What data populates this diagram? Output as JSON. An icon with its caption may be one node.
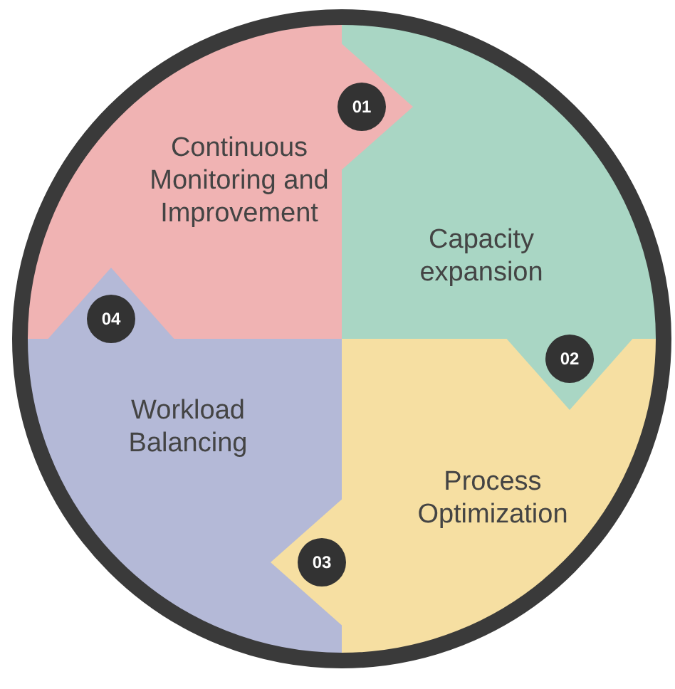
{
  "diagram": {
    "nodes": [
      {
        "text": [
          "Continuous Monitoring and Improvement"
        ]
      },
      {
        "text": [
          "Capacity expansion"
        ]
      },
      {
        "text": [
          "Process Optimization"
        ]
      },
      {
        "text": [
          "Workload Balancing"
        ]
      }
    ],
    "edges": [
      {
        "from": 0,
        "to": 1,
        "arrow": "to",
        "label": "01"
      },
      {
        "from": 1,
        "to": 2,
        "arrow": "to",
        "label": "02"
      },
      {
        "from": 2,
        "to": 3,
        "arrow": "to",
        "label": "03"
      },
      {
        "from": 3,
        "to": 0,
        "arrow": "to",
        "label": "04"
      }
    ]
  }
}
